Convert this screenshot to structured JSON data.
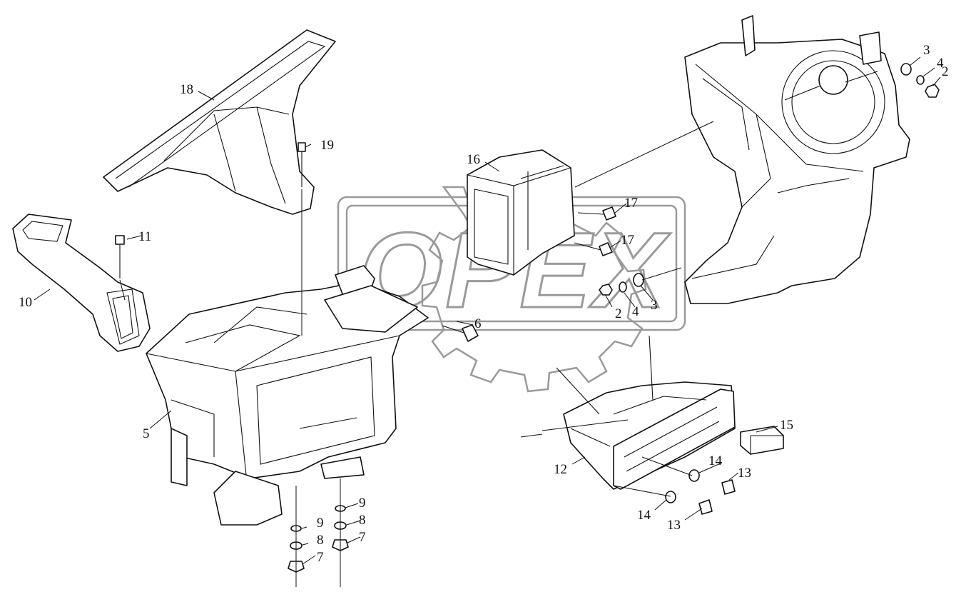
{
  "diagram": {
    "watermark_text": "OPEX",
    "callouts": [
      {
        "id": "c18",
        "label": "18"
      },
      {
        "id": "c19",
        "label": "19"
      },
      {
        "id": "c16",
        "label": "16"
      },
      {
        "id": "c17a",
        "label": "17"
      },
      {
        "id": "c17b",
        "label": "17"
      },
      {
        "id": "c11",
        "label": "11"
      },
      {
        "id": "c10",
        "label": "10"
      },
      {
        "id": "c6",
        "label": "6"
      },
      {
        "id": "c5",
        "label": "5"
      },
      {
        "id": "c9a",
        "label": "9"
      },
      {
        "id": "c8a",
        "label": "8"
      },
      {
        "id": "c7a",
        "label": "7"
      },
      {
        "id": "c9b",
        "label": "9"
      },
      {
        "id": "c8b",
        "label": "8"
      },
      {
        "id": "c7b",
        "label": "7"
      },
      {
        "id": "c3a",
        "label": "3"
      },
      {
        "id": "c4a",
        "label": "4"
      },
      {
        "id": "c2a",
        "label": "2"
      },
      {
        "id": "c2b",
        "label": "2"
      },
      {
        "id": "c4b",
        "label": "4"
      },
      {
        "id": "c3b",
        "label": "3"
      },
      {
        "id": "c15",
        "label": "15"
      },
      {
        "id": "c12",
        "label": "12"
      },
      {
        "id": "c14a",
        "label": "14"
      },
      {
        "id": "c13a",
        "label": "13"
      },
      {
        "id": "c14b",
        "label": "14"
      },
      {
        "id": "c13b",
        "label": "13"
      }
    ]
  }
}
